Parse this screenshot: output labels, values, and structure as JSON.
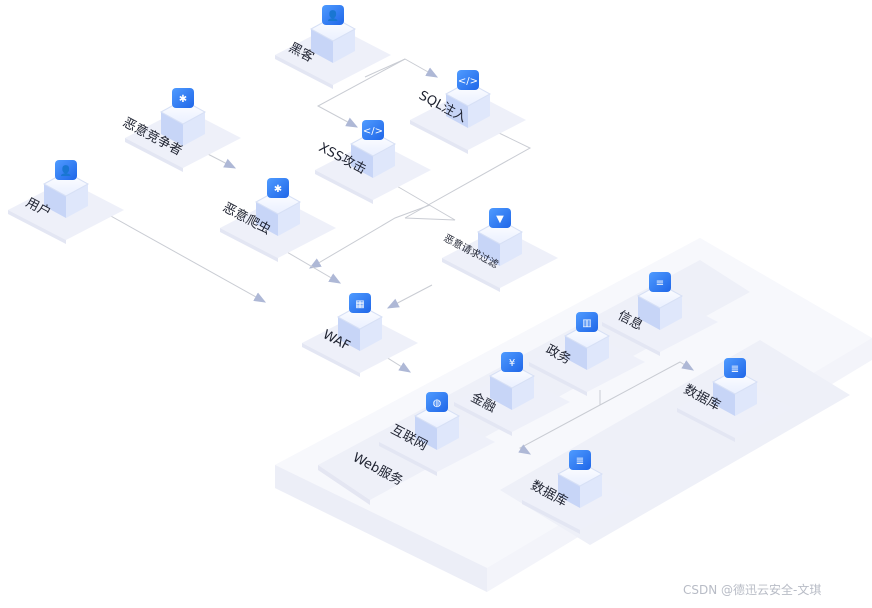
{
  "nodes": {
    "hacker": "黑客",
    "sql_injection": "SQL注入",
    "xss_attack": "XSS攻击",
    "malicious_competitor": "恶意竞争者",
    "malicious_crawler": "恶意爬虫",
    "user": "用户",
    "malicious_request_filter": "恶意请求过滤",
    "waf": "WAF",
    "internet": "互联网",
    "finance": "金融",
    "government": "政务",
    "information": "信息",
    "database_1": "数据库",
    "database_2": "数据库"
  },
  "groups": {
    "web_service": "Web服务"
  },
  "watermark": "CSDN @德迅云安全-文琪",
  "colors": {
    "icon_top": "#f2f6ff",
    "icon_side_left": "#c7d5f7",
    "icon_side_right": "#dfe7fb",
    "badge": "#2d7df6",
    "base": "#eef0f9",
    "panel": "#f6f7fc",
    "line": "#c9ccd3",
    "arrow": "#aeb8d6"
  }
}
